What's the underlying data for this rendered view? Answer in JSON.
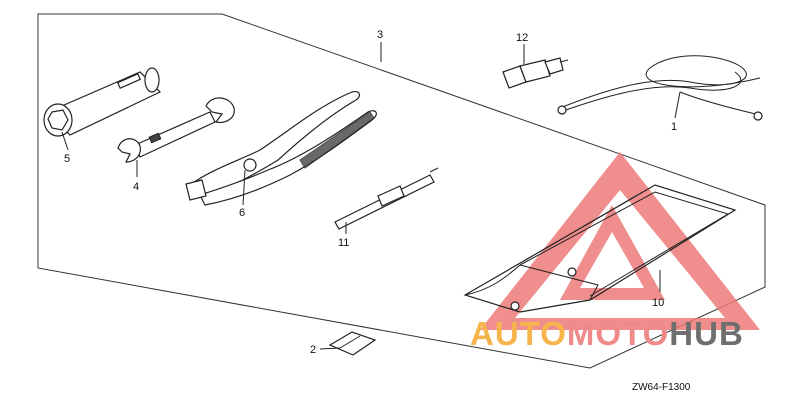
{
  "diagram_code": "ZW64-F1300",
  "watermark": {
    "word_part1": "AUTO",
    "word_part2": "MOTO",
    "word_part3": "HUB",
    "color_orange": "#f6b44a",
    "color_red": "#f08a8a",
    "color_gray": "#6e6e6e",
    "triangle_color": "#ee7a7a"
  },
  "callouts": [
    {
      "number": "1",
      "part": "cord"
    },
    {
      "number": "2",
      "part": "clip"
    },
    {
      "number": "3",
      "part": "tool-kit-outline"
    },
    {
      "number": "4",
      "part": "open-end-wrench"
    },
    {
      "number": "5",
      "part": "plug-wrench"
    },
    {
      "number": "6",
      "part": "pliers"
    },
    {
      "number": "10",
      "part": "tool-bag"
    },
    {
      "number": "11",
      "part": "screwdriver"
    },
    {
      "number": "12",
      "part": "spark-plug"
    }
  ]
}
